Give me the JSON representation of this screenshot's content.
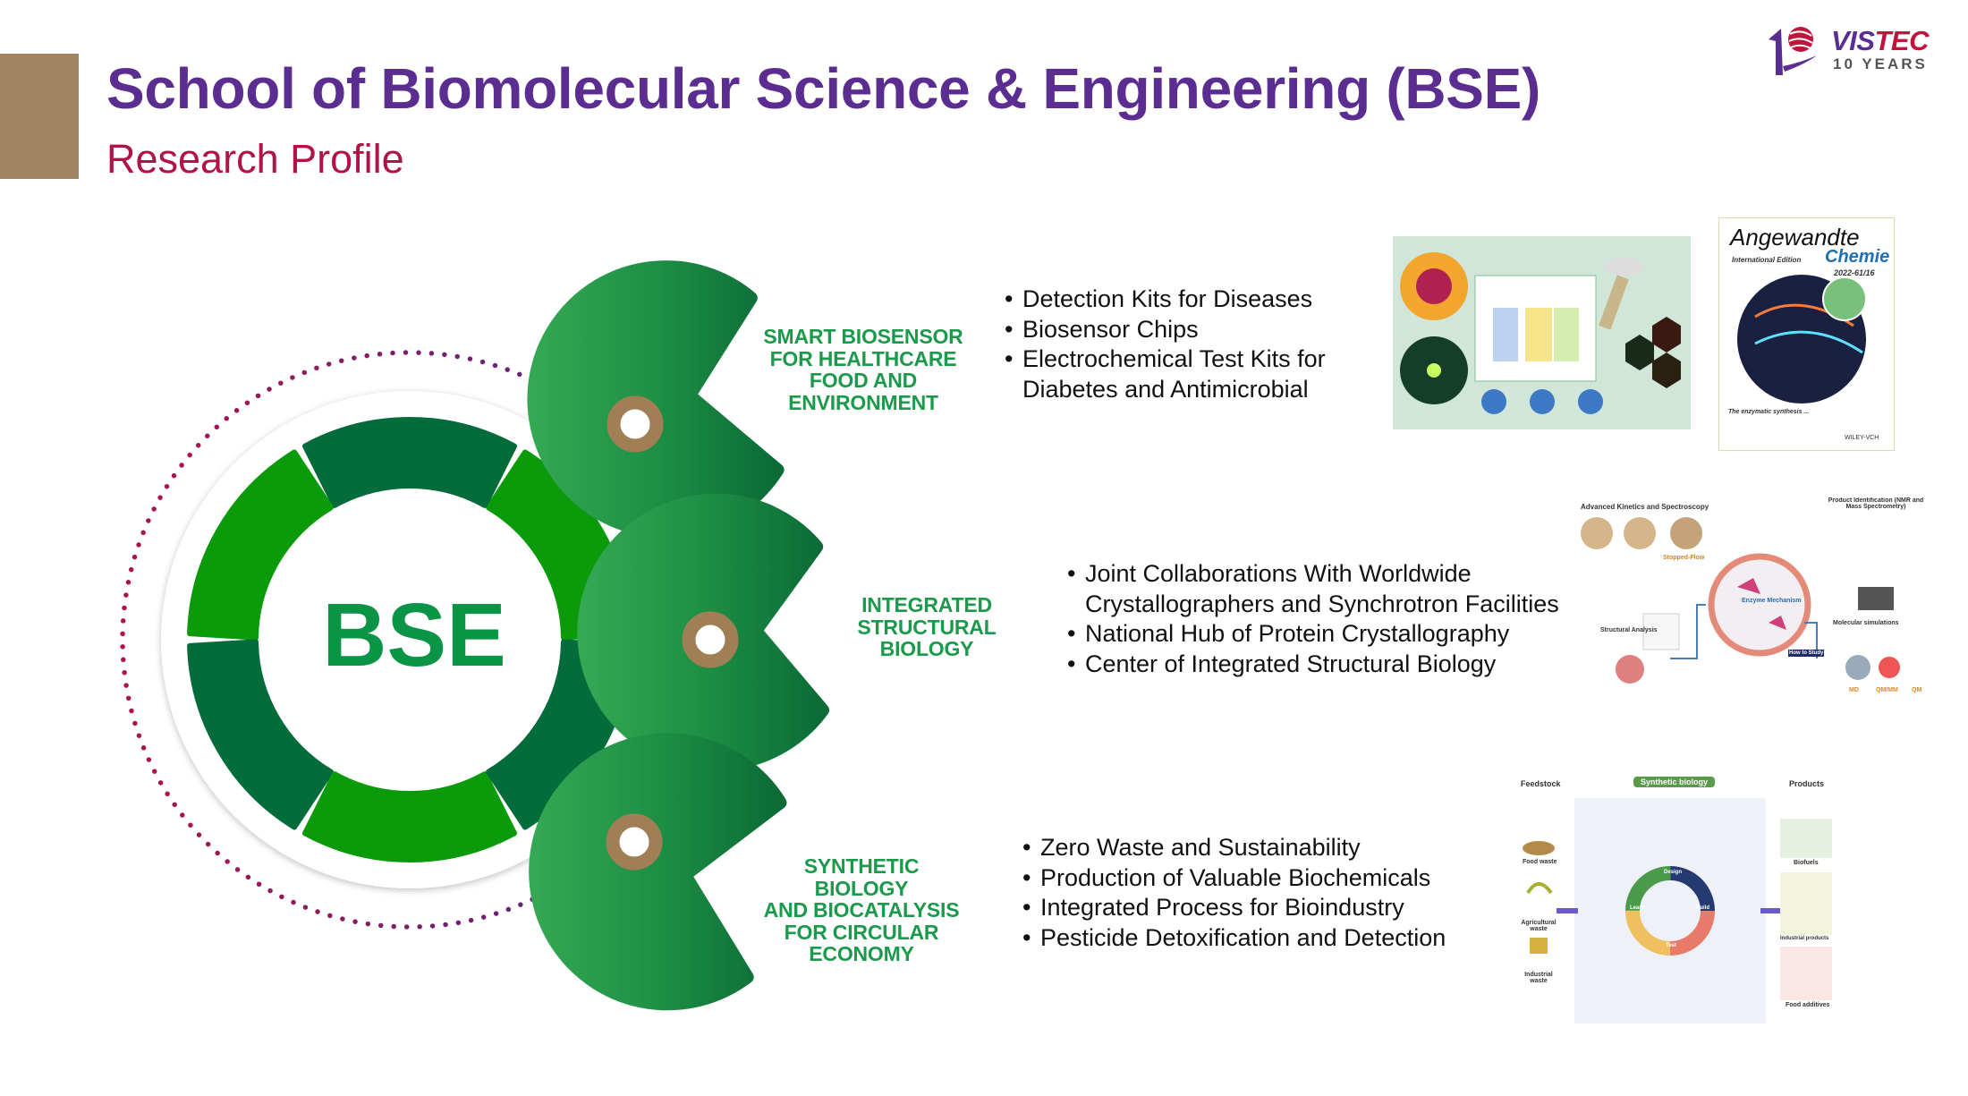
{
  "header": {
    "title": "School of Biomolecular Science & Engineering (BSE)",
    "subtitle": "Research Profile",
    "logo": {
      "word_part1": "VIS",
      "word_part2": "TEC",
      "tagline": "10 YEARS"
    }
  },
  "center": {
    "label": "BSE"
  },
  "colors": {
    "title": "#5b2d90",
    "subtitle": "#b0124a",
    "accent": "#a08560",
    "green_light": "#0a9a0a",
    "green_dark": "#046b3b",
    "ring_text": "#1b9a4b",
    "connector": "#a07f55"
  },
  "areas": [
    {
      "title_lines": [
        "SMART BIOSENSOR",
        "FOR HEALTHCARE",
        "FOOD AND",
        "ENVIRONMENT"
      ],
      "bullets": [
        "Detection Kits for Diseases",
        "Biosensor Chips",
        "Electrochemical Test Kits for",
        "Diabetes and Antimicrobial"
      ]
    },
    {
      "title_lines": [
        "INTEGRATED",
        "STRUCTURAL",
        "BIOLOGY"
      ],
      "bullets": [
        "Joint Collaborations With Worldwide",
        "Crystallographers and Synchrotron Facilities",
        "National Hub of Protein Crystallography",
        "Center of Integrated Structural Biology"
      ]
    },
    {
      "title_lines": [
        "SYNTHETIC",
        "BIOLOGY",
        "AND BIOCATALYSIS",
        "FOR CIRCULAR",
        "ECONOMY"
      ],
      "bullets": [
        "Zero Waste and Sustainability",
        "Production of Valuable Biochemicals",
        "Integrated Process for Bioindustry",
        "Pesticide Detoxification and Detection"
      ]
    }
  ],
  "images": {
    "journal_cover": {
      "name1": "Angewandte",
      "name2": "Chemie",
      "edition": "International Edition",
      "issue": "2022-61/16",
      "headline": "The enzymatic synthesis ...",
      "publisher": "WILEY-VCH"
    },
    "enzyme": {
      "kinetics": "Advanced Kinetics and Spectroscopy",
      "product_id": "Product Identification (NMR and Mass Spectrometry)",
      "structural": "Structural Analysis",
      "simulations": "Molecular simulations",
      "center": "Enzyme Mechanism",
      "how": "How to Study",
      "md": "MD",
      "qmmm": "QM/MM",
      "qm": "QM",
      "stopped": "Stopped-Flow"
    },
    "synbio": {
      "feedstock": "Feedstock",
      "title": "Synthetic biology",
      "products": "Products",
      "food": "Food waste",
      "agri": "Agricultural waste",
      "industrial": "Industrial waste",
      "biofuels": "Biofuels",
      "ind_products": "Industrial products",
      "additives": "Food additives",
      "design": "Design",
      "build": "Build",
      "test": "Test",
      "learn": "Learn"
    }
  }
}
